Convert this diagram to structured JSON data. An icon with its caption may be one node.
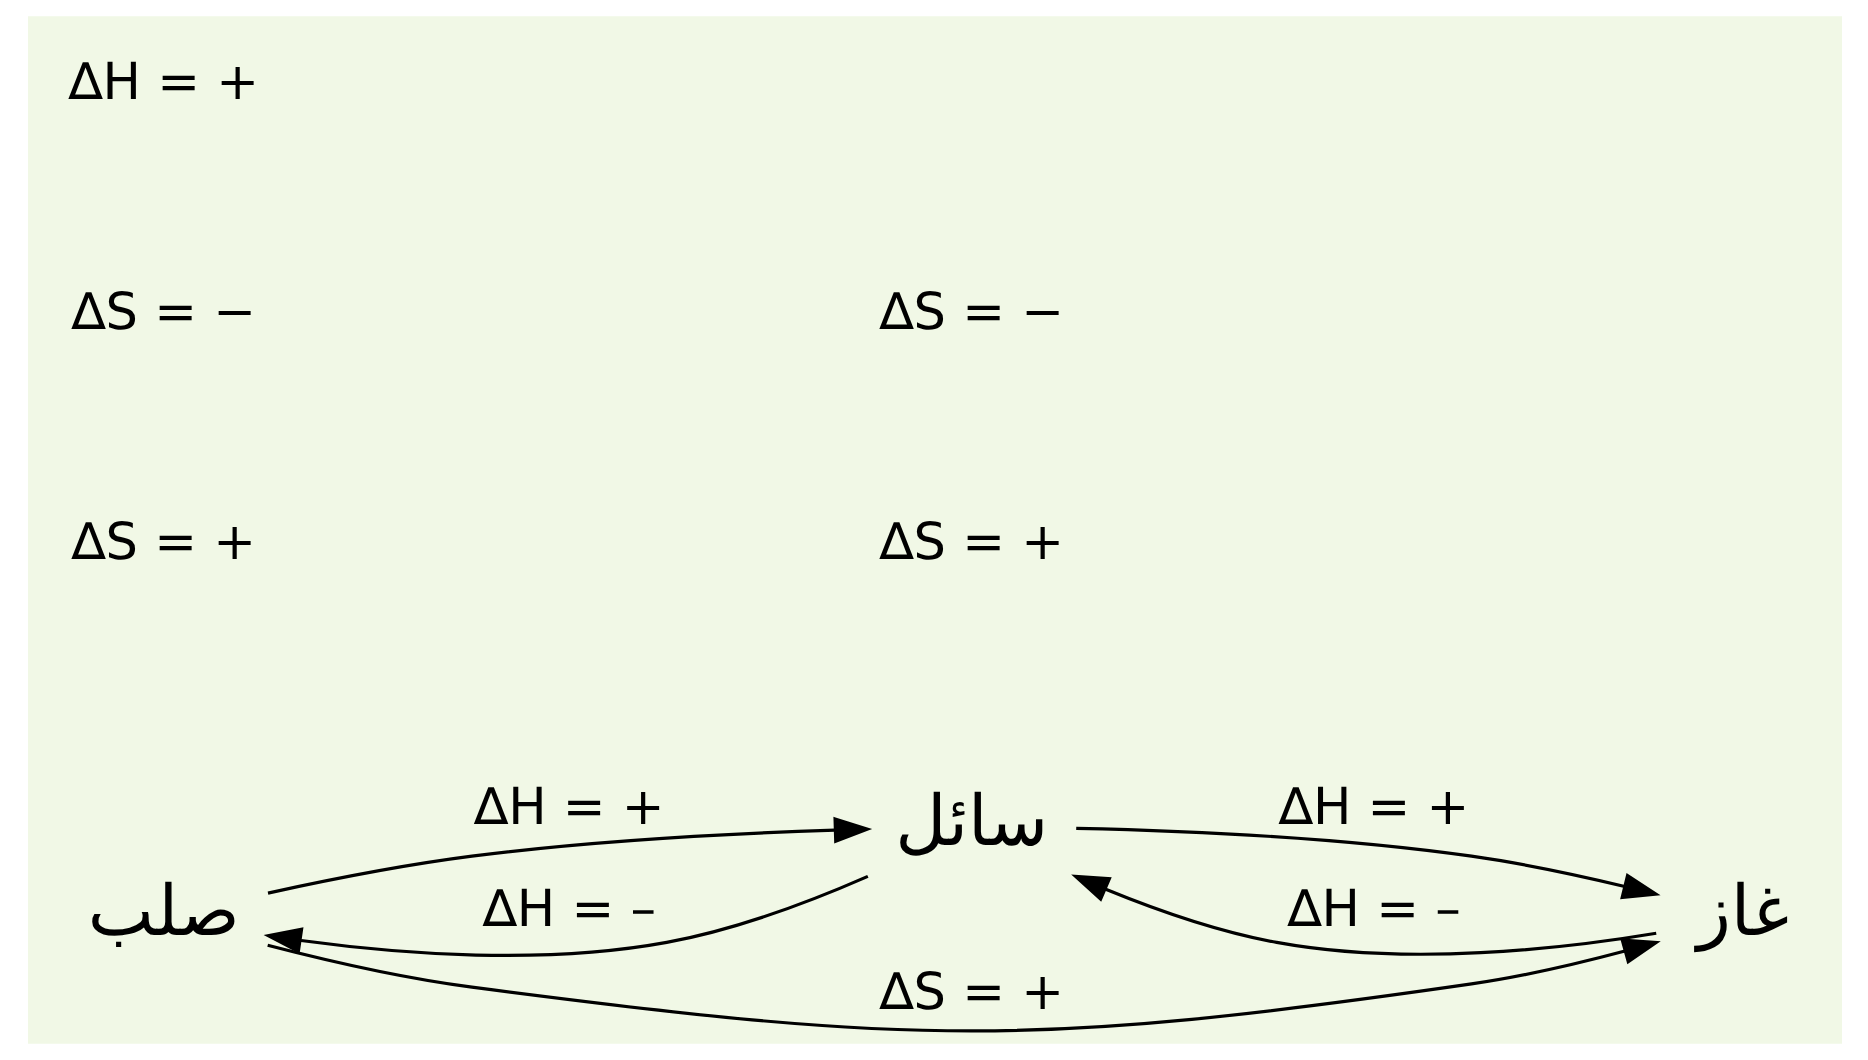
{
  "diagram": {
    "nodes": [
      {
        "text": [
          "صلب"
        ]
      },
      {
        "text": [
          "سائل"
        ]
      },
      {
        "text": [
          "غاز"
        ]
      }
    ],
    "edges": [
      {
        "from": 0,
        "to": 1,
        "arrow": "to",
        "label": "∆H = +"
      },
      {
        "from": 1,
        "to": 2,
        "arrow": "to",
        "label": "∆H = +"
      },
      {
        "from": 1,
        "to": 0,
        "arrow": "to",
        "label": "∆H = –"
      },
      {
        "from": 2,
        "to": 1,
        "arrow": "to",
        "label": "∆H = –"
      },
      {
        "from": 0,
        "to": 2,
        "arrow": "to",
        "label": "∆S = +"
      }
    ],
    "labels": [
      "∆S = +",
      "∆S = +",
      "∆S = −",
      "∆S = −",
      "∆H = +"
    ]
  }
}
